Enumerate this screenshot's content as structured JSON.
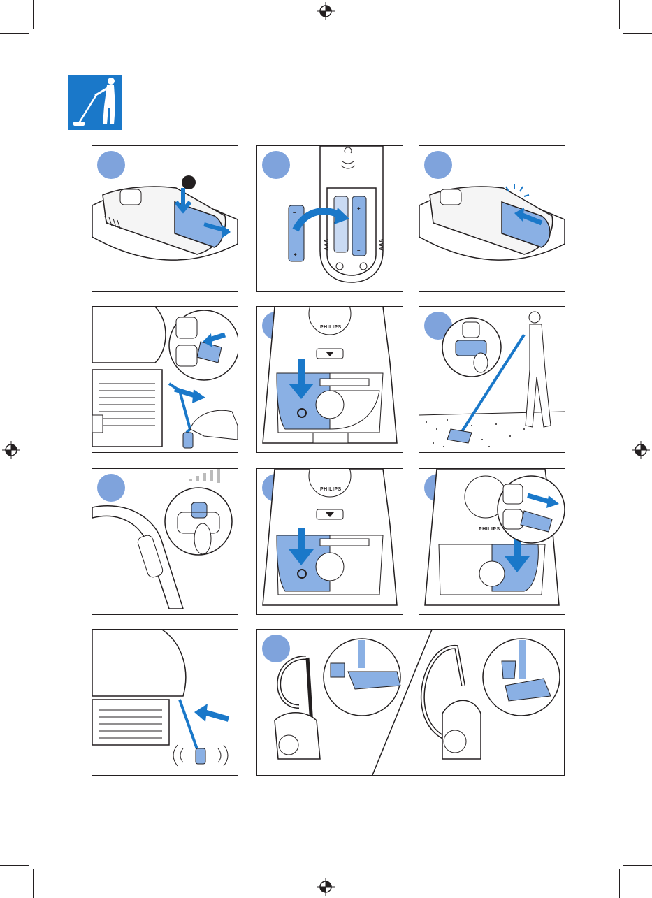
{
  "page": {
    "section_icon": "vacuuming-person-icon",
    "brand_label": "PHILIPS",
    "battery_label": "AAA",
    "battery_plus": "+",
    "battery_minus": "–"
  },
  "steps": [
    {
      "id": "step-1",
      "icon": "remote-handle-slide-cover"
    },
    {
      "id": "step-2",
      "icon": "insert-aaa-batteries"
    },
    {
      "id": "step-3",
      "icon": "close-battery-cover-click"
    },
    {
      "id": "step-4",
      "icon": "pull-cord-plug-in-socket"
    },
    {
      "id": "step-5",
      "icon": "press-on-off-pedal"
    },
    {
      "id": "step-6",
      "icon": "adjust-suction-while-vacuuming"
    },
    {
      "id": "step-7",
      "icon": "press-power-button-on-handle"
    },
    {
      "id": "step-8",
      "icon": "press-on-off-pedal-to-switch-off"
    },
    {
      "id": "step-9",
      "icon": "unplug-and-press-cord-rewind"
    },
    {
      "id": "step-10",
      "icon": "cord-rewinds"
    },
    {
      "id": "step-11",
      "icon": "parking-and-storage-positions"
    }
  ],
  "colors": {
    "accent": "#1a78c9",
    "light_blue": "#7fa3dc",
    "panel_fill": "#8ab0e4"
  }
}
